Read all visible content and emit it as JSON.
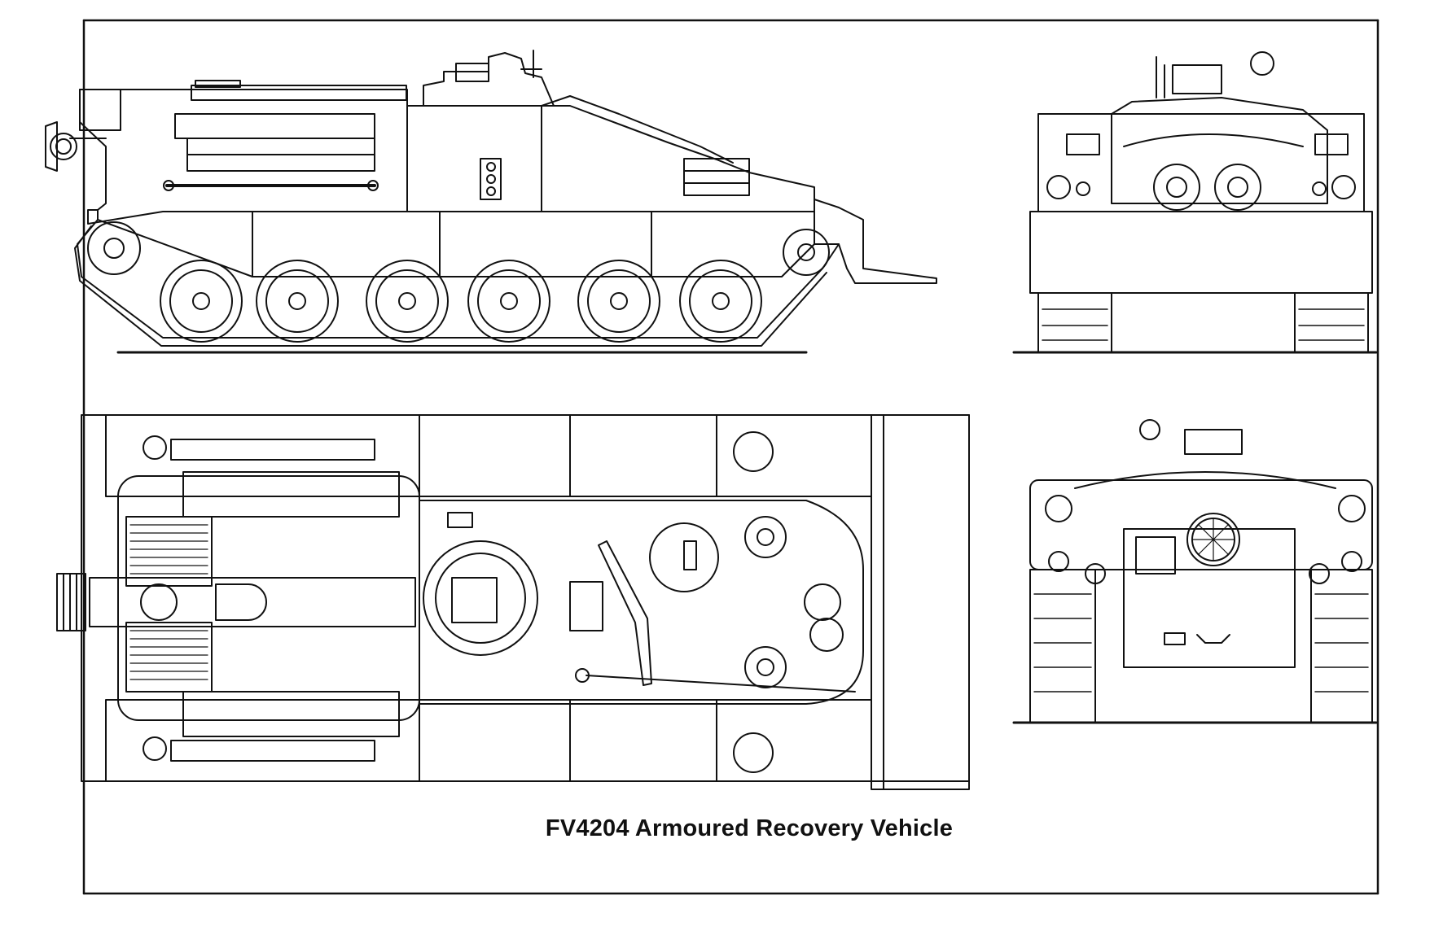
{
  "drawing": {
    "caption": "FV4204 Armoured Recovery Vehicle",
    "views": [
      "side-elevation",
      "plan-view",
      "rear-elevation",
      "front-elevation"
    ],
    "ink_color": "#111111",
    "paper_color": "#ffffff"
  }
}
